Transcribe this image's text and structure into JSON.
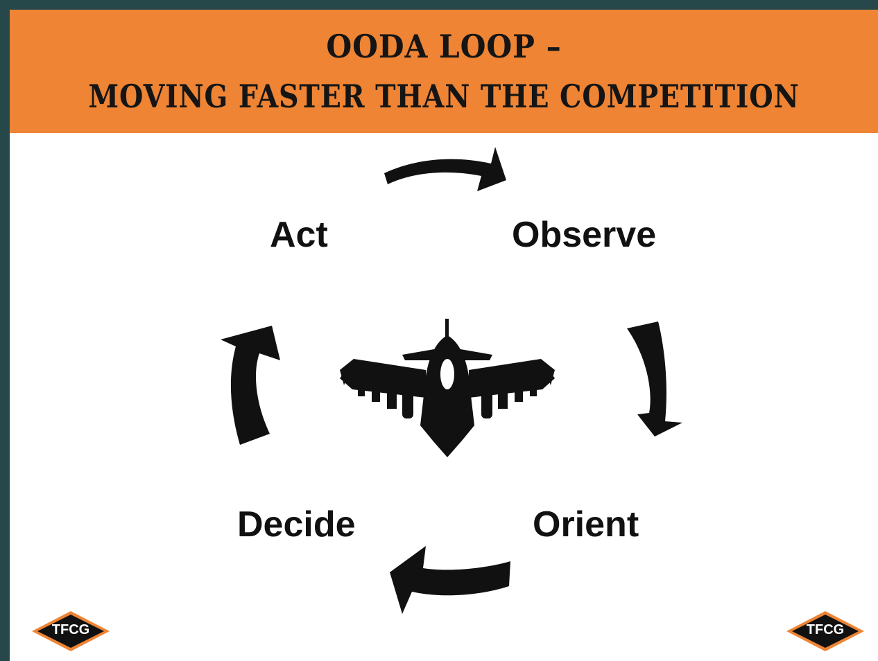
{
  "title": {
    "line1": "OODA LOOP –",
    "line2": "MOVING FASTER THAN THE COMPETITION"
  },
  "stages": {
    "act": "Act",
    "observe": "Observe",
    "orient": "Orient",
    "decide": "Decide"
  },
  "logos": {
    "left": "TFCG",
    "right": "TFCG"
  },
  "icons": {
    "center": "fighter-jet-icon",
    "arrows": [
      "arrow-right-icon",
      "arrow-down-icon",
      "arrow-left-icon",
      "arrow-up-icon"
    ]
  },
  "colors": {
    "banner": "#ee8434",
    "frame": "#27484a",
    "ink": "#111111",
    "logo_border": "#ee8434"
  }
}
